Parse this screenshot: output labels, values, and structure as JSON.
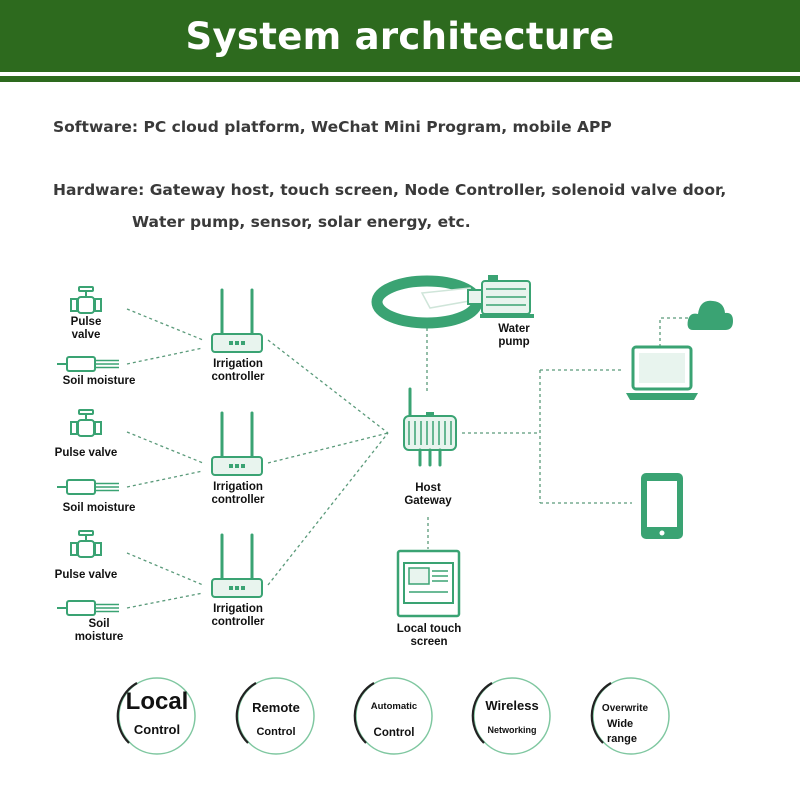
{
  "header": {
    "title": "System architecture"
  },
  "info": {
    "software": "Software: PC cloud platform, WeChat Mini Program, mobile APP",
    "hardware_line1": "Hardware: Gateway host, touch screen, Node Controller, solenoid valve door,",
    "hardware_line2": "Water pump, sensor, solar energy, etc."
  },
  "diagram": {
    "groups": [
      {
        "valve_label": [
          "Pulse",
          "valve"
        ],
        "sensor_label": [
          "Soil moisture"
        ],
        "controller_label": [
          "Irrigation",
          "controller"
        ]
      },
      {
        "valve_label": [
          "Pulse valve"
        ],
        "sensor_label": [
          "Soil moisture"
        ],
        "controller_label": [
          "Irrigation",
          "controller"
        ]
      },
      {
        "valve_label": [
          "Pulse valve"
        ],
        "sensor_label": [
          "Soil",
          "moisture"
        ],
        "controller_label": [
          "Irrigation",
          "controller"
        ]
      }
    ],
    "pump_label": [
      "Water",
      "pump"
    ],
    "gateway_label": [
      "Host",
      "Gateway"
    ],
    "touch_label": [
      "Local touch",
      "screen"
    ],
    "icons": [
      "pulse-valve-icon",
      "soil-moisture-sensor-icon",
      "irrigation-controller-icon",
      "water-pump-icon",
      "host-gateway-icon",
      "touch-screen-icon",
      "laptop-icon",
      "cloud-icon",
      "mobile-phone-icon"
    ]
  },
  "features": [
    {
      "line1": "Local",
      "line2": "Control"
    },
    {
      "line1": "Remote",
      "line2": "Control"
    },
    {
      "line1": "Automatic",
      "line2": "Control"
    },
    {
      "line1": "Wireless",
      "line2": "Networking"
    },
    {
      "line1": "Overwrite",
      "line2": "Wide",
      "line3": "range"
    }
  ],
  "colors": {
    "banner": "#2d6a1e",
    "icon_green": "#3aa373",
    "link": "#5a9a7a",
    "circle_ring": "#7fc7a0"
  }
}
